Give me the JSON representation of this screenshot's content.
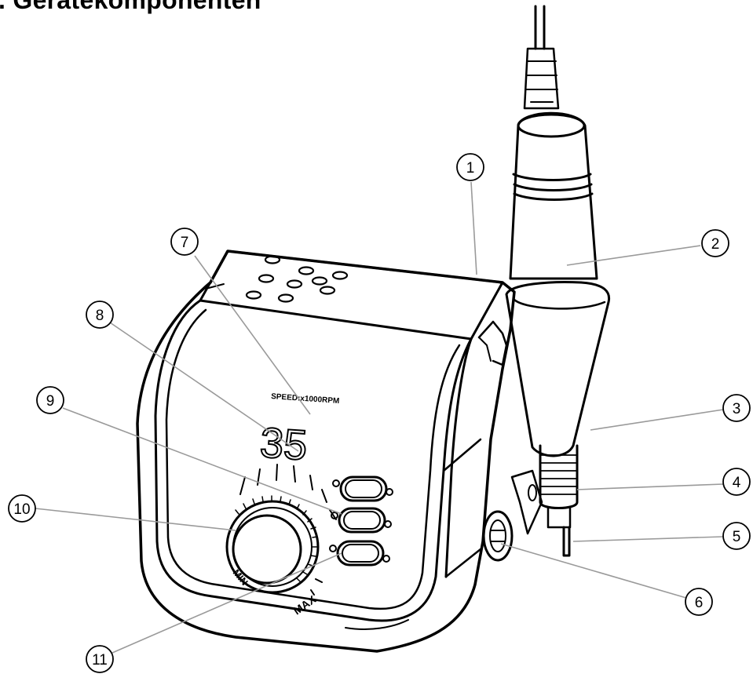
{
  "title": ". Gerätekomponenten",
  "display": {
    "speed_text": "SPEED:x1000RPM",
    "value": "35"
  },
  "dial": {
    "min_label": "MIN",
    "max_label": "MAX"
  },
  "callouts": [
    {
      "number": "1"
    },
    {
      "number": "2"
    },
    {
      "number": "3"
    },
    {
      "number": "4"
    },
    {
      "number": "5"
    },
    {
      "number": "6"
    },
    {
      "number": "7"
    },
    {
      "number": "8"
    },
    {
      "number": "9"
    },
    {
      "number": "10"
    },
    {
      "number": "11"
    }
  ],
  "colors": {
    "line": "#000000",
    "leader": "#9a9a9a"
  }
}
